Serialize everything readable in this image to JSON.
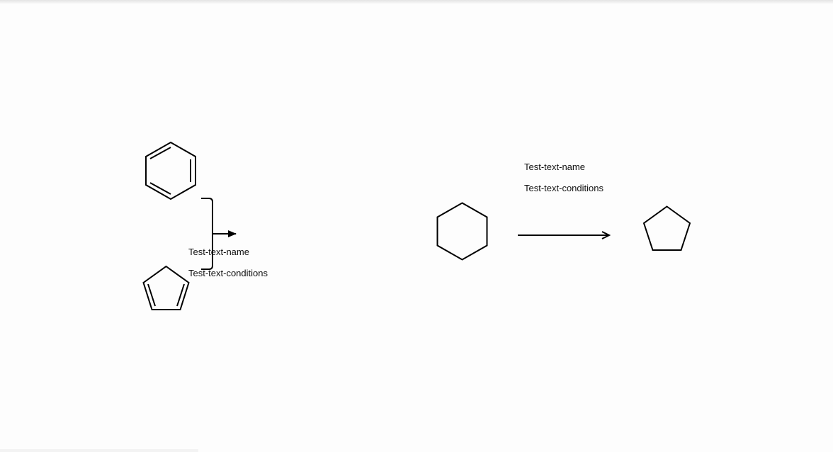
{
  "colors": {
    "background": "#fdfdfd",
    "stroke": "#000000",
    "text": "#111111"
  },
  "reaction_left": {
    "reactants": [
      "benzene-icon",
      "cyclopentadiene-icon"
    ],
    "arrow": "filled-arrow-icon",
    "name": "Test-text-name",
    "conditions": "Test-text-conditions"
  },
  "reaction_right": {
    "reactant": "cyclohexane-icon",
    "product": "cyclopentane-icon",
    "arrow": "open-arrow-icon",
    "name": "Test-text-name",
    "conditions": "Test-text-conditions"
  }
}
